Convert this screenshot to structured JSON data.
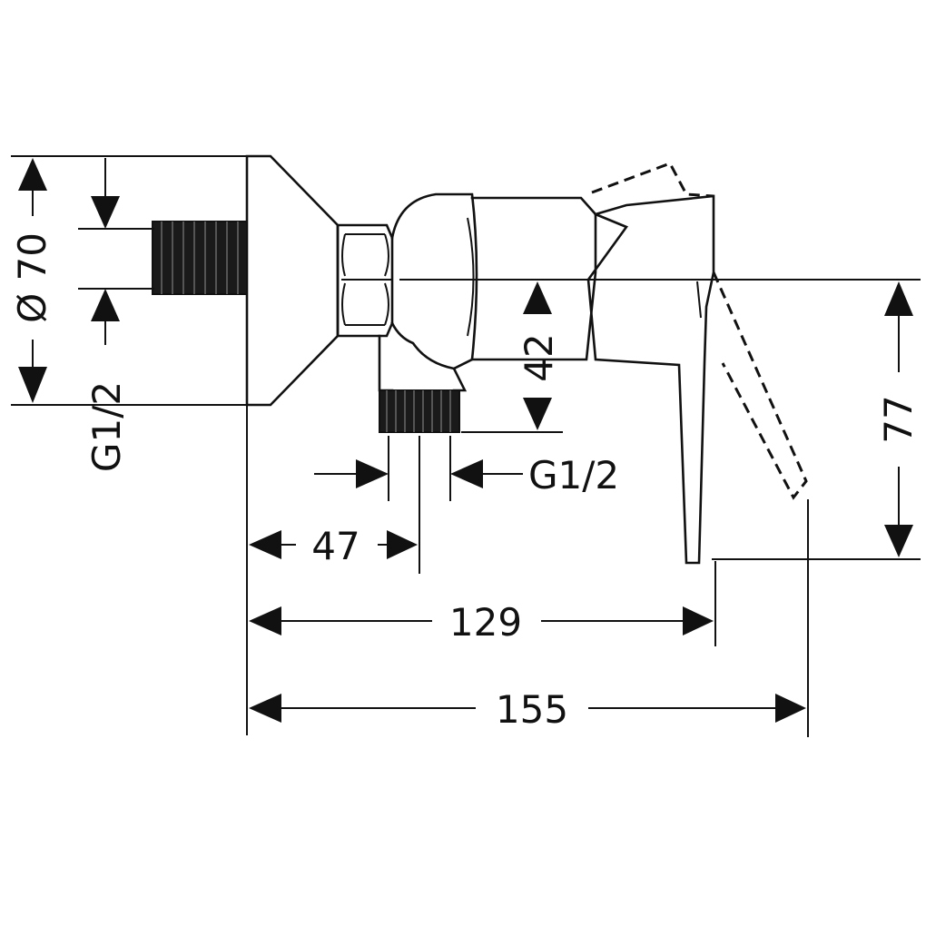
{
  "dimensions": {
    "diameter": "Ø 70",
    "inlet_thread_side": "G1/2",
    "outlet_thread": "G1/2",
    "center_to_outlet": "42",
    "outlet_offset": "47",
    "depth_to_handle": "129",
    "overall_depth": "155",
    "height": "77"
  },
  "colors": {
    "ink": "#111111",
    "background": "#ffffff"
  }
}
